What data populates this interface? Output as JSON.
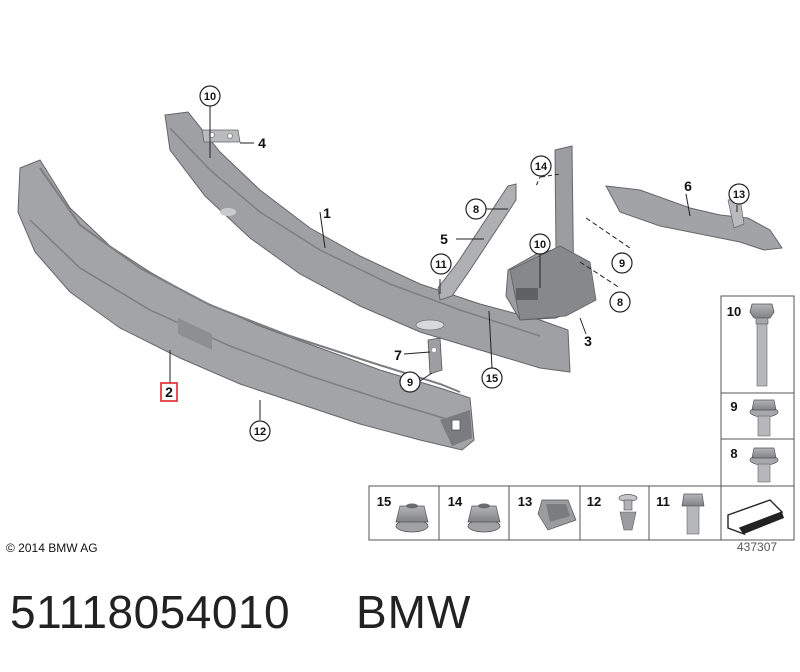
{
  "callouts": {
    "c1": "1",
    "c2": "2",
    "c3": "3",
    "c4": "4",
    "c5": "5",
    "c6": "6",
    "c7": "7",
    "c8a": "8",
    "c8b": "8",
    "c9a": "9",
    "c9b": "9",
    "c10a": "10",
    "c10b": "10",
    "c11": "11",
    "c12": "12",
    "c13": "13",
    "c14": "14",
    "c15": "15"
  },
  "legend": {
    "right": [
      "10",
      "9",
      "8"
    ],
    "bottom": [
      "15",
      "14",
      "13",
      "12",
      "11"
    ]
  },
  "copyright": "© 2014 BMW AG",
  "diagram_number": "437307",
  "part_number": "51118054010",
  "brand": "BMW",
  "colors": {
    "part_fill": "#9a9ca0",
    "part_dark": "#6e7074",
    "highlight": "#e0242b",
    "line": "#222222"
  }
}
